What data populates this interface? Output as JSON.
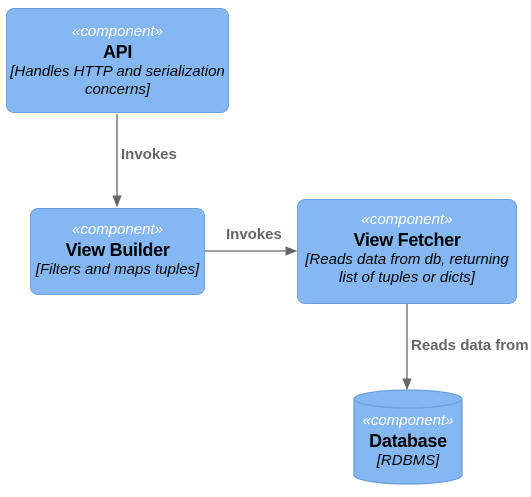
{
  "colors": {
    "node_fill": "#85b8f2",
    "node_border": "#6d9fd9",
    "edge": "#666666",
    "stereotype_text": "#ffffff"
  },
  "nodes": {
    "api": {
      "stereotype": "«component»",
      "title": "API",
      "desc_line1": "[Handles HTTP and serialization",
      "desc_line2": "concerns]"
    },
    "view_builder": {
      "stereotype": "«component»",
      "title": "View Builder",
      "desc_line1": "[Filters and maps tuples]"
    },
    "view_fetcher": {
      "stereotype": "«component»",
      "title": "View Fetcher",
      "desc_line1": "[Reads data from db, returning",
      "desc_line2": "list of tuples or dicts]"
    },
    "database": {
      "stereotype": "«component»",
      "title": "Database",
      "desc_line1": "[RDBMS]"
    }
  },
  "edges": {
    "api_to_builder": "Invokes",
    "builder_to_fetcher": "Invokes",
    "fetcher_to_db": "Reads data from"
  }
}
